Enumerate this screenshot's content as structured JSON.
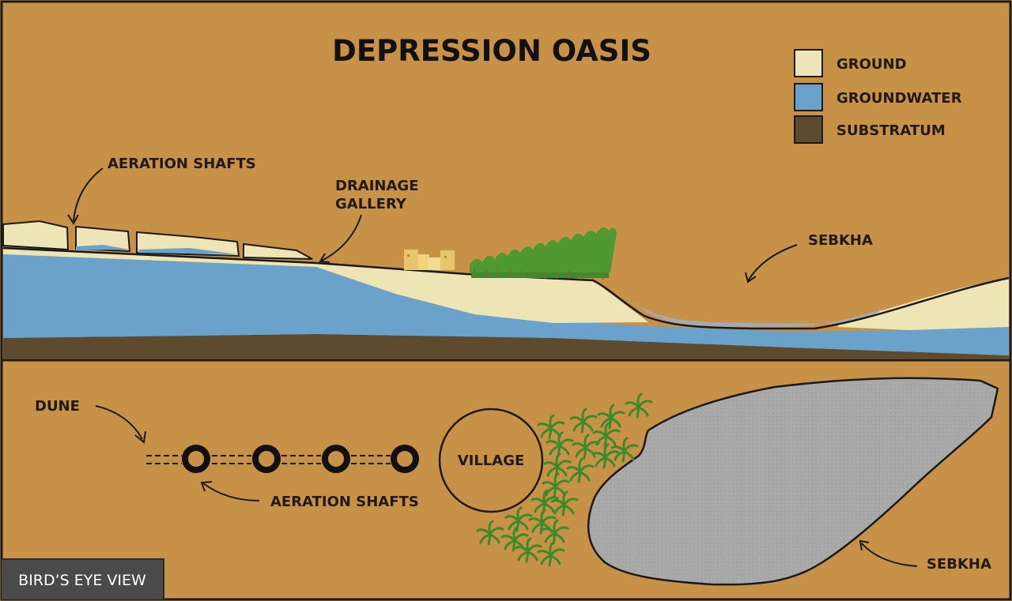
{
  "title": "DEPRESSION OASIS",
  "legend": [
    {
      "label": "GROUND",
      "color": "#EDE5B6"
    },
    {
      "label": "GROUNDWATER",
      "color": "#6AA2CB"
    },
    {
      "label": "SUBSTRATUM",
      "color": "#5E4A2E"
    }
  ],
  "cross_section": {
    "aeration_shafts_label": "AERATION SHAFTS",
    "drainage_gallery_label_line1": "DRAINAGE",
    "drainage_gallery_label_line2": "GALLERY",
    "sebkha_label": "SEBKHA"
  },
  "birds_eye": {
    "dune_label": "DUNE",
    "village_label": "VILLAGE",
    "aeration_shafts_label": "AERATION SHAFTS",
    "sebkha_label": "SEBKHA",
    "view_badge": "BIRD’S EYE VIEW"
  },
  "colors": {
    "background": "#C89148",
    "ground": "#EDE5B6",
    "groundwater": "#6AA2CB",
    "substratum": "#5E4A2E",
    "sebkha": "#A9A9A9",
    "palm": "#3E8A2A",
    "village": "#E8C56A"
  }
}
